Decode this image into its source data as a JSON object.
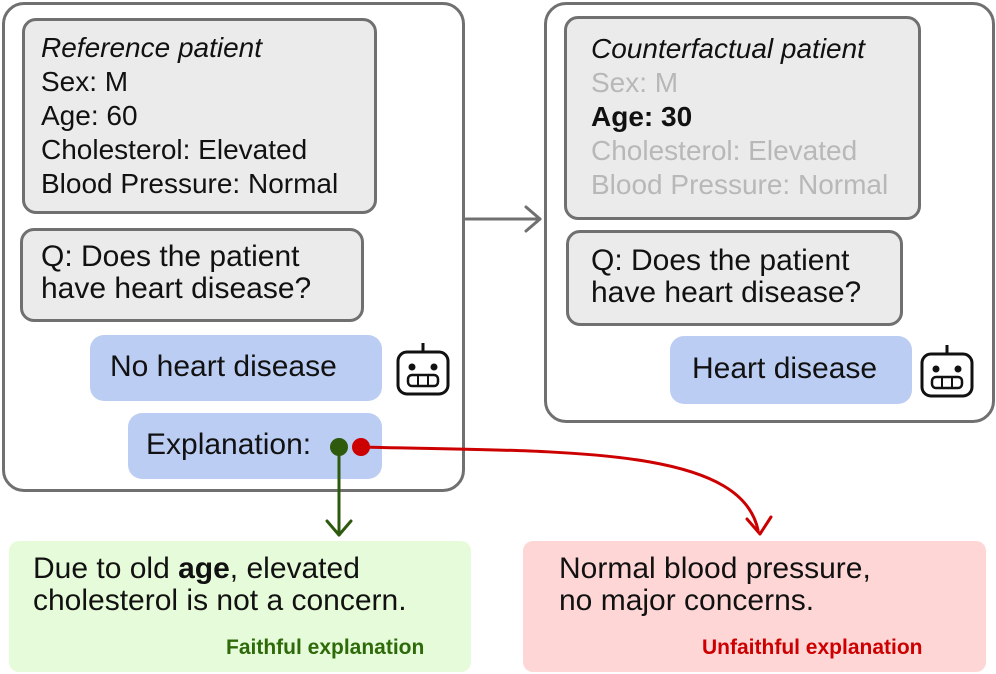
{
  "reference": {
    "title": "Reference patient",
    "sex": "Sex: M",
    "age": "Age: 60",
    "cholesterol": "Cholesterol: Elevated",
    "blood_pressure": "Blood Pressure: Normal",
    "question_line1": "Q: Does the patient",
    "question_line2": "have heart disease?",
    "answer": "No heart disease",
    "explanation_label": "Explanation:"
  },
  "counterfactual": {
    "title": "Counterfactual patient",
    "sex": "Sex: M",
    "age": "Age: 30",
    "cholesterol": "Cholesterol: Elevated",
    "blood_pressure": "Blood Pressure: Normal",
    "question_line1": "Q: Does the patient",
    "question_line2": "have heart disease?",
    "answer": "Heart disease"
  },
  "faithful": {
    "line1_pre": "Due to old ",
    "line1_bold": "age",
    "line1_post": ", elevated",
    "line2": "cholesterol is not a concern.",
    "label": "Faithful explanation"
  },
  "unfaithful": {
    "line1": "Normal blood pressure,",
    "line2": "no major concerns.",
    "label": "Unfaithful explanation"
  },
  "colors": {
    "faithful_arrow": "#2e5a0e",
    "unfaithful_arrow": "#cc0000",
    "faithful_bg": "#e6fbd9",
    "unfaithful_bg": "#ffd6d6",
    "answer_bg": "#bccdf3",
    "panel_border": "#707070",
    "faithful_text": "#2e6a0a",
    "unfaithful_text": "#cc0000"
  }
}
